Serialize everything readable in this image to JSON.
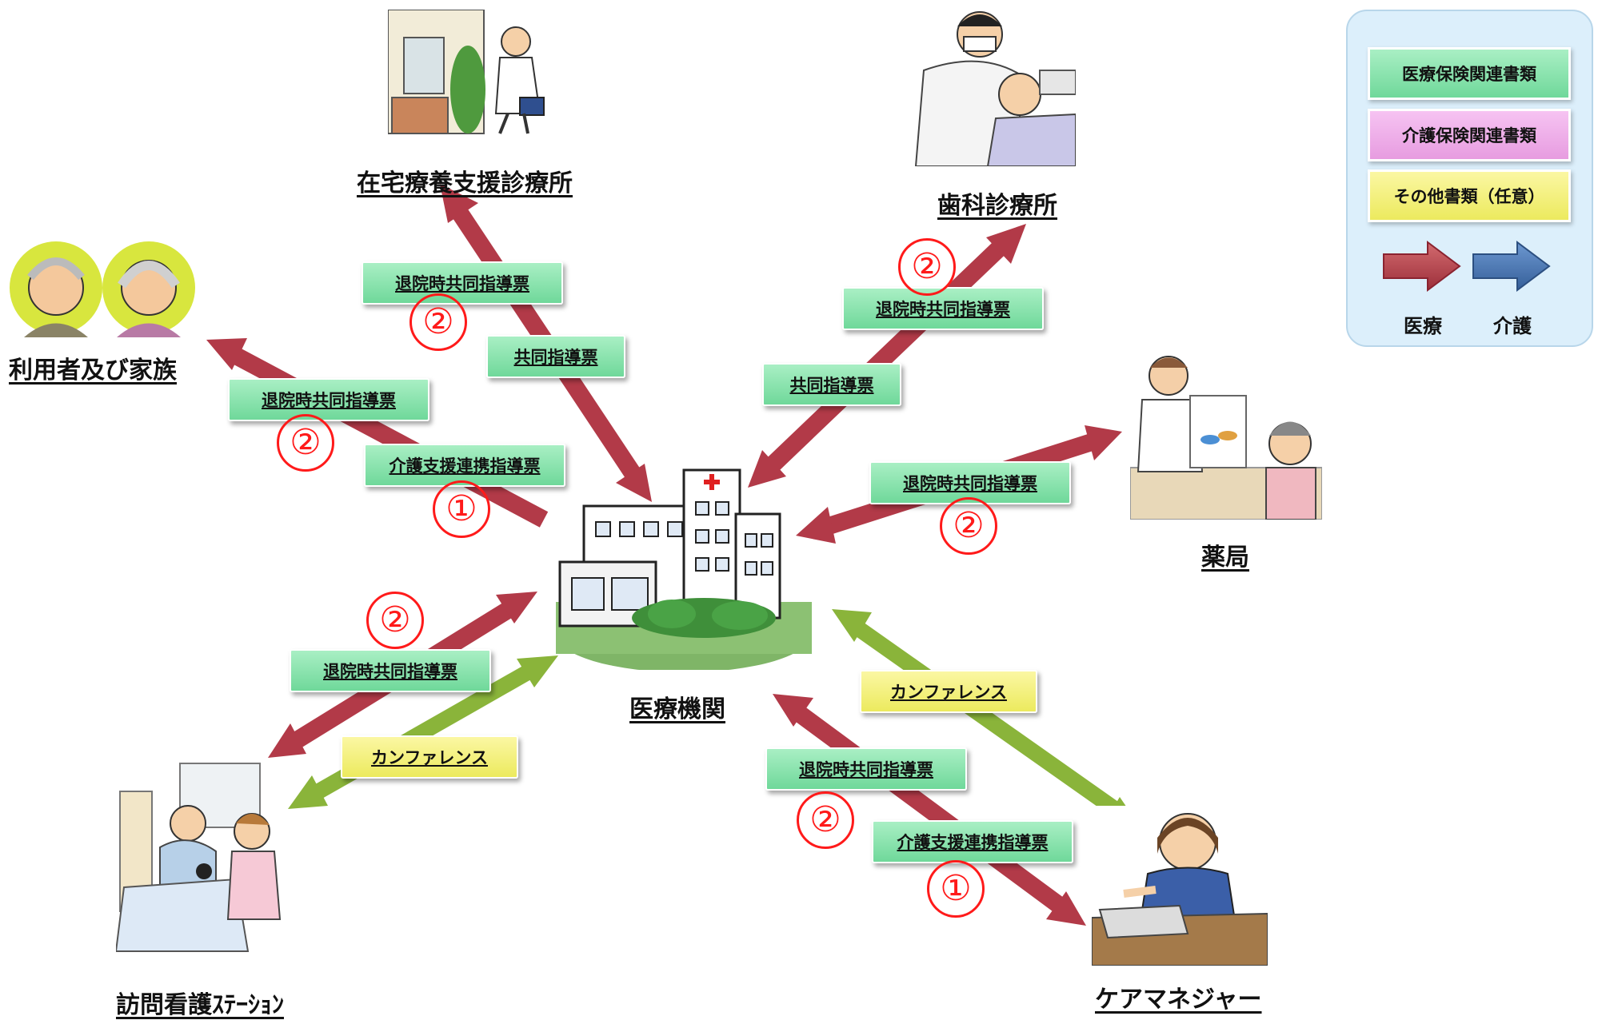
{
  "nodes": {
    "hospital": "医療機関",
    "home_clinic": "在宅療養支援診療所",
    "dental": "歯科診療所",
    "family": "利用者及び家族",
    "pharmacy": "薬局",
    "nursing": "訪問看護ｽﾃｰｼｮﾝ",
    "care_manager": "ケアマネジャー"
  },
  "tags": {
    "home_a": "退院時共同指導票",
    "home_b": "共同指導票",
    "family_a": "退院時共同指導票",
    "family_b": "介護支援連携指導票",
    "dental_a": "退院時共同指導票",
    "dental_b": "共同指導票",
    "pharmacy_a": "退院時共同指導票",
    "nursing_a": "退院時共同指導票",
    "nursing_b": "カンファレンス",
    "cm_a": "カンファレンス",
    "cm_b": "退院時共同指導票",
    "cm_c": "介護支援連携指導票"
  },
  "numbers": {
    "home": "②",
    "family_2": "②",
    "family_1": "①",
    "dental": "②",
    "pharmacy": "②",
    "nursing": "②",
    "cm_2": "②",
    "cm_1": "①"
  },
  "legend": {
    "medical_docs": "医療保険関連書類",
    "care_docs": "介護保険関連書類",
    "other_docs": "その他書類（任意）",
    "medical": "医療",
    "care": "介護"
  },
  "colors": {
    "medical_arrow": "#b23a48",
    "care_arrow": "#3f6fad",
    "conference_arrow": "#8ab43a",
    "number_red": "#ff1a1a",
    "legend_bg": "#dceffb"
  }
}
